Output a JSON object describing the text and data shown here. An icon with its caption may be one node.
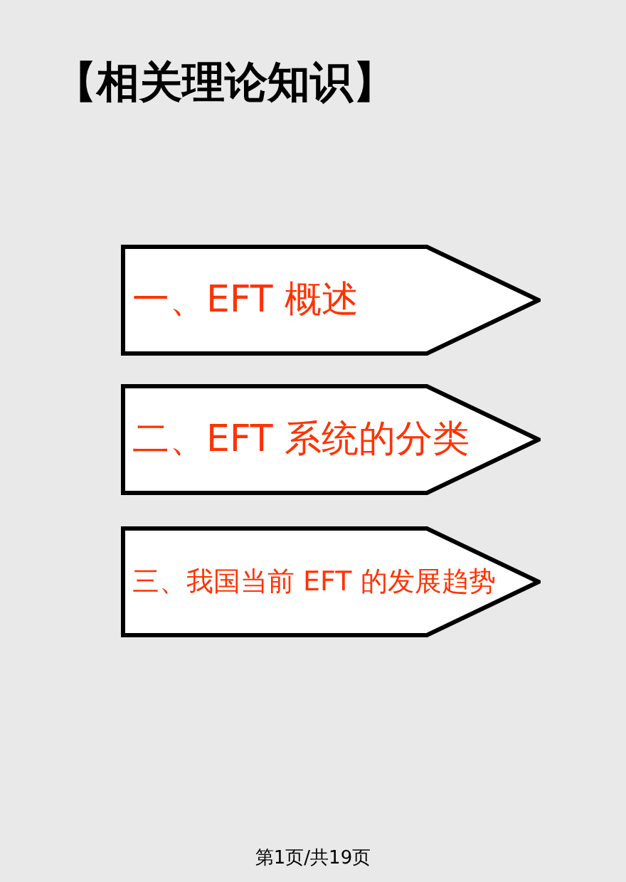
{
  "diagram": {
    "title": "【相关理论知识】",
    "nodes": [
      {
        "text": [
          "一、EFT 概述"
        ]
      },
      {
        "text": [
          "二、EFT 系统的分类"
        ]
      },
      {
        "text": [
          "三、我国当前 EFT 的发展趋势"
        ]
      }
    ],
    "labels": [
      "第1页/共19页"
    ]
  }
}
